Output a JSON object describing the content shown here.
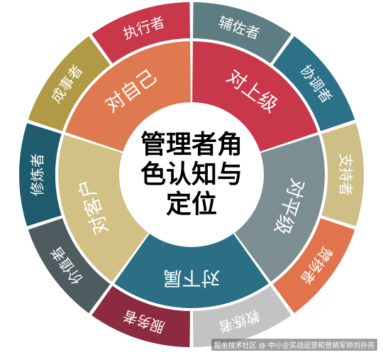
{
  "center": {
    "lines": [
      "管理者角",
      "色认知与",
      "定位"
    ],
    "text_color": "#000000",
    "fill": "#ffffff"
  },
  "inner_ring": [
    {
      "label": "对上级",
      "color": "#c8374a"
    },
    {
      "label": "对平级",
      "color": "#7d8e93"
    },
    {
      "label": "对下属",
      "color": "#2b6f85"
    },
    {
      "label": "对客户",
      "color": "#d2c184"
    },
    {
      "label": "对自己",
      "color": "#df7a50"
    }
  ],
  "outer_ring": [
    {
      "label": "执行者",
      "color": "#c8374a"
    },
    {
      "label": "辅佐者",
      "color": "#5e7d83"
    },
    {
      "label": "协调者",
      "color": "#2d7188"
    },
    {
      "label": "支持者",
      "color": "#cdbf85"
    },
    {
      "label": "赞扬者",
      "color": "#e1744c"
    },
    {
      "label": "教练者",
      "color": "#c3c3c3"
    },
    {
      "label": "服务者",
      "color": "#8c2b40"
    },
    {
      "label": "价值者",
      "color": "#4e5c60"
    },
    {
      "label": "修炼者",
      "color": "#1e5b6c"
    },
    {
      "label": "成事者",
      "color": "#b09a45"
    }
  ],
  "watermark": "掘金技术社区 @ 中小企实战运营和营销军师刘孙亮"
}
